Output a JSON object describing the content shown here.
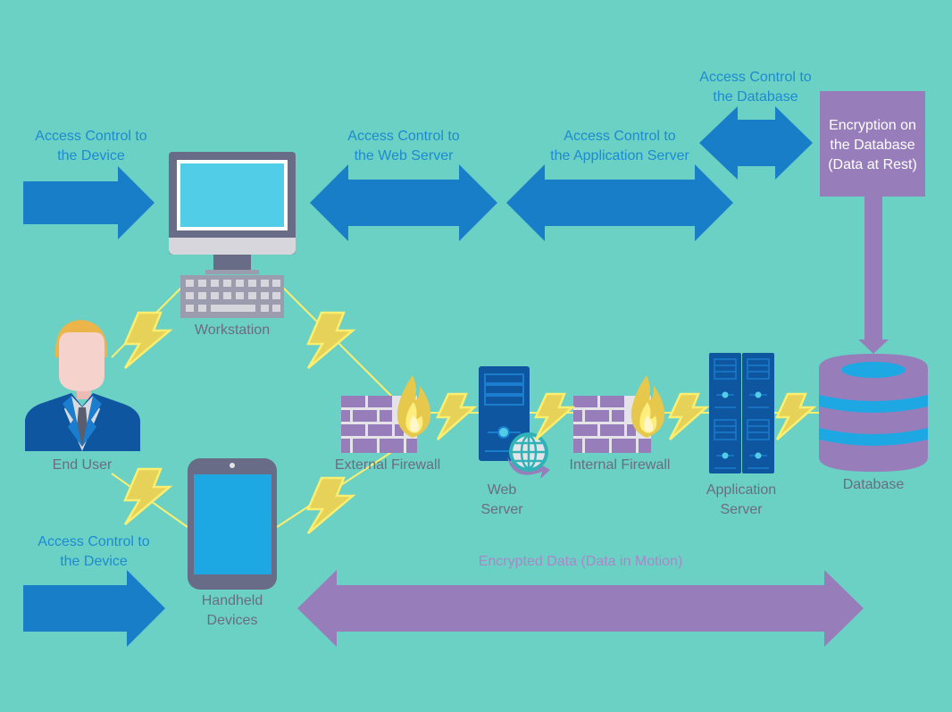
{
  "diagram": {
    "title": "Data Security Diagram",
    "colors": {
      "background": "#6bd1c5",
      "access_arrow": "#187ec7",
      "encryption": "#977ebb",
      "lightning": "#e8d15a",
      "lightning_outline": "#fcef6f",
      "server": "#0e56a0",
      "label_text": "#6b6c84",
      "access_text": "#1e8ad0"
    },
    "access_labels": {
      "device_top": [
        "Access Control to",
        "the Device"
      ],
      "web_server": [
        "Access Control to",
        "the Web Server"
      ],
      "app_server": [
        "Access Control to",
        "the Application Server"
      ],
      "database": [
        "Access Control to",
        "the Database"
      ],
      "device_bottom": [
        "Access Control to",
        "the Device"
      ]
    },
    "encryption_box": [
      "Encryption on",
      "the Database",
      "(Data at Rest)"
    ],
    "encrypted_data_label": "Encrypted Data (Data in Motion)",
    "nodes": {
      "workstation": "Workstation",
      "end_user": "End User",
      "handheld": [
        "Handheld",
        "Devices"
      ],
      "external_firewall": "External Firewall",
      "web_server": [
        "Web",
        "Server"
      ],
      "internal_firewall": "Internal Firewall",
      "application_server": [
        "Application",
        "Server"
      ],
      "database": "Database"
    }
  }
}
